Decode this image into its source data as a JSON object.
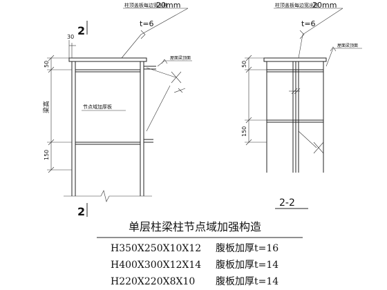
{
  "labels": {
    "plate_note_left": "柱顶盖板每边宽出柱",
    "plate_dim_left": "20mm",
    "plate_t_left": "t=6",
    "plate_note_right": "柱顶盖板每边宽出柱",
    "plate_dim_right": "20mm",
    "plate_t_right": "t=6",
    "roof_surface_left": "屋面梁顶面",
    "roof_surface_right": "屋面梁顶面",
    "web_thicken": "节点域加厚板",
    "beam_height": "梁高",
    "dim_30": "30",
    "dim_50_left": "50",
    "dim_150_left": "150",
    "dim_50_right": "50",
    "dim_150_right": "150",
    "section_mark_top": "2",
    "section_mark_bottom": "2",
    "section_title": "2-2"
  },
  "table": {
    "title": "单层柱梁柱节点域加强构造",
    "rows": [
      {
        "spec": "H350X250X10X12",
        "note": "腹板加厚t=16"
      },
      {
        "spec": "H400X300X12X14",
        "note": "腹板加厚t=14"
      },
      {
        "spec": "H220X220X8X10",
        "note": "腹板加厚t=14"
      }
    ]
  }
}
